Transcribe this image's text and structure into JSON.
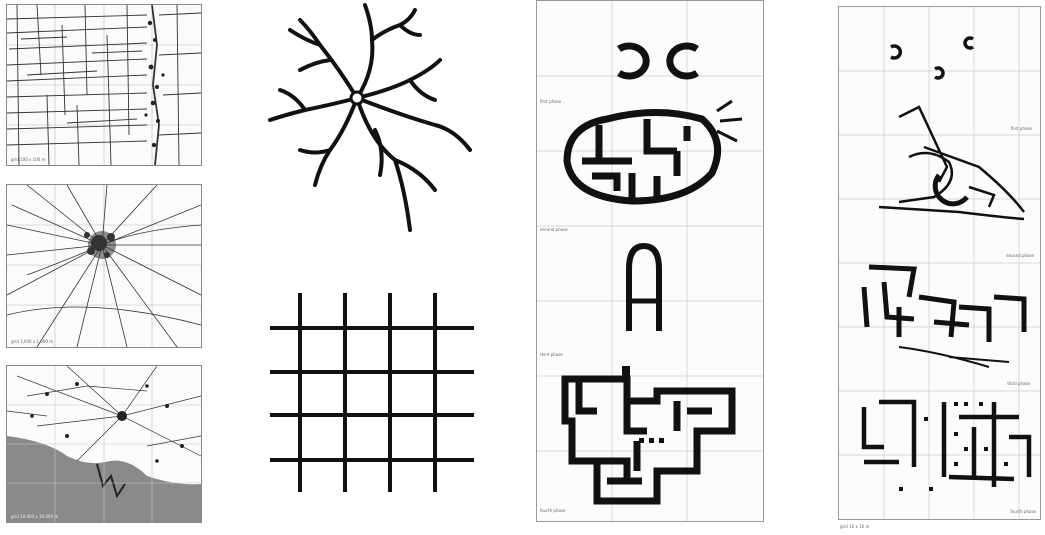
{
  "maps": [
    {
      "id": "fields",
      "caption": "grid 100 x 100 m"
    },
    {
      "id": "radial",
      "caption": "grid 1,000 x 1,000 m"
    },
    {
      "id": "region",
      "caption": "grid 10,000 x 10,000 m"
    }
  ],
  "plan_a": {
    "phases": [
      "first phase",
      "second phase",
      "third phase",
      "fourth phase"
    ]
  },
  "plan_b": {
    "phases": [
      "first phase",
      "second phase",
      "third phase",
      "fourth phase"
    ],
    "caption": "grid 10 x 10 m"
  }
}
